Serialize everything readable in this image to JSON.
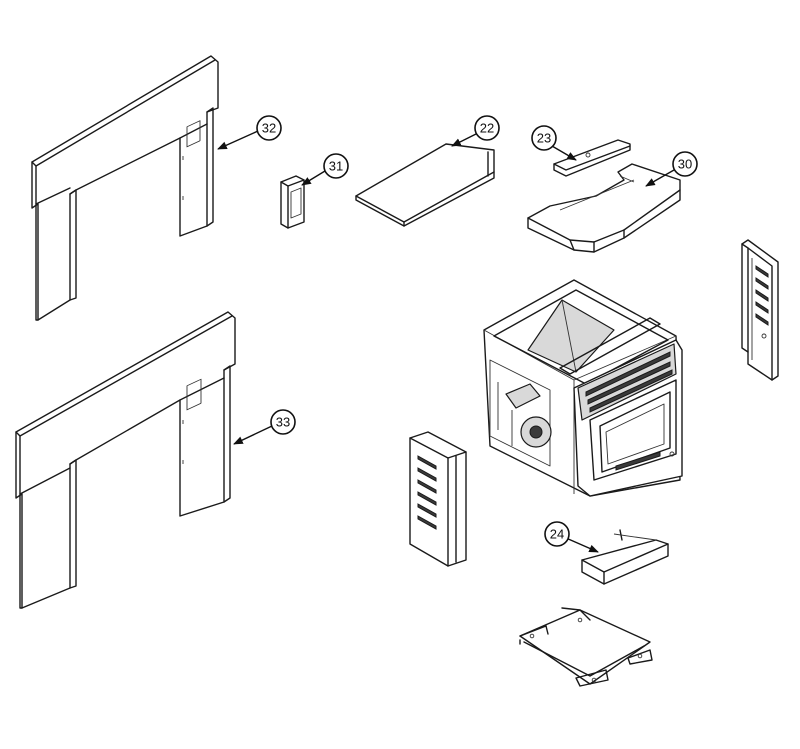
{
  "callouts": {
    "c32": "32",
    "c31": "31",
    "c22": "22",
    "c23": "23",
    "c30": "30",
    "c33": "33",
    "c24": "24"
  }
}
